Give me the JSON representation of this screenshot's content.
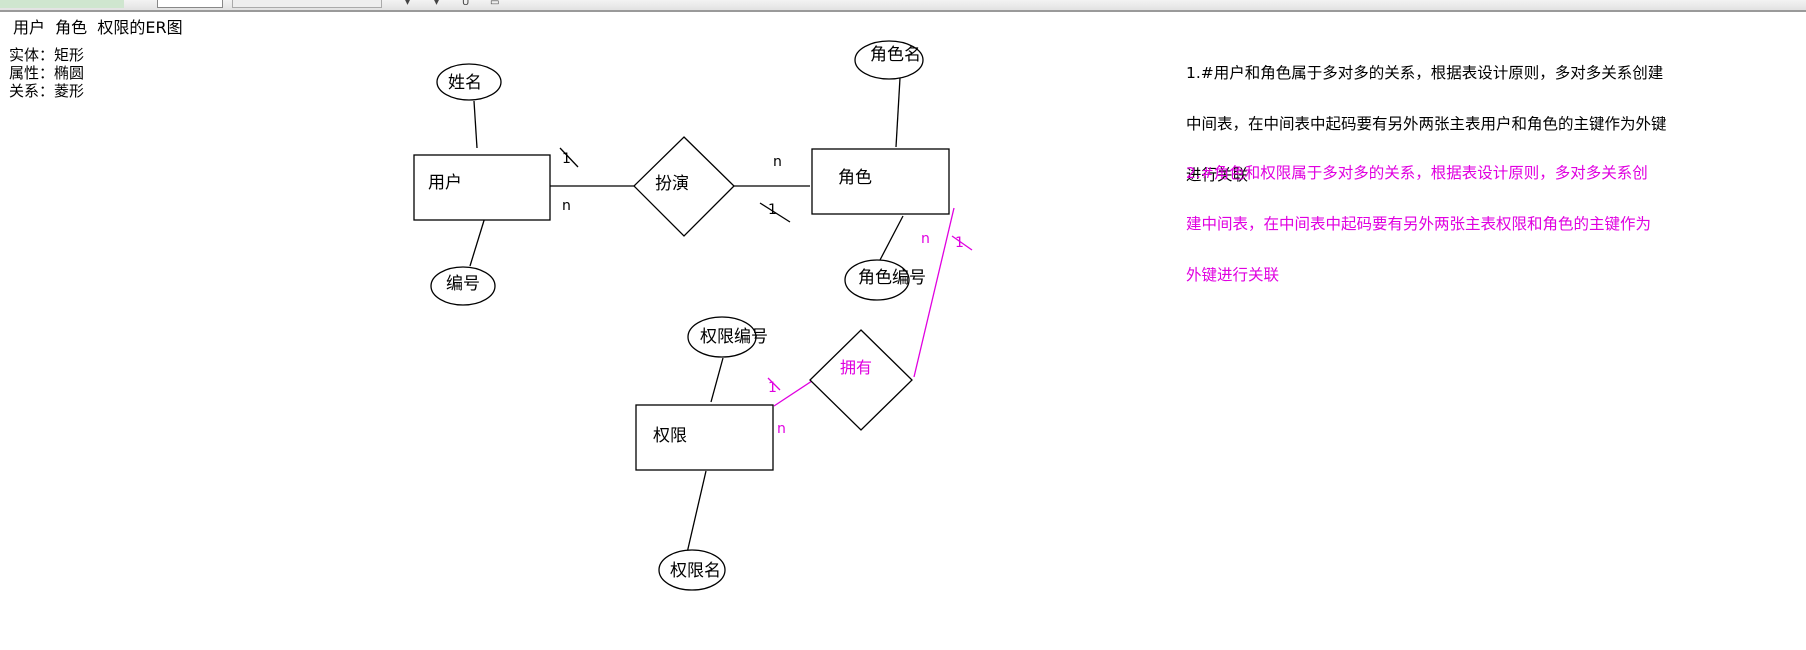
{
  "title": "用户  角色  权限的ER图",
  "legend": [
    "实体：矩形",
    "属性：椭圆",
    "关系：菱形"
  ],
  "entities": {
    "user": "用户",
    "role": "角色",
    "permission": "权限"
  },
  "attributes": {
    "user_name": "姓名",
    "user_id": "编号",
    "role_name": "角色名",
    "role_id": "角色编号",
    "permission_id": "权限编号",
    "permission_name": "权限名"
  },
  "relationships": {
    "plays": "扮演",
    "owns": "拥有"
  },
  "cardinality": {
    "one": "1",
    "many": "n"
  },
  "notes": {
    "note1": [
      "1.#用户和角色属于多对多的关系，根据表设计原则，多对多关系创建",
      "中间表，在中间表中起码要有另外两张主表用户和角色的主键作为外键",
      "进行关联"
    ],
    "note2": [
      "2.#角色和权限属于多对多的关系，根据表设计原则，多对多关系创",
      "建中间表，在中间表中起码要有另外两张主表权限和角色的主键作为",
      "外键进行关联"
    ]
  },
  "colors": {
    "black": "#000000",
    "magenta": "#e000e0"
  }
}
